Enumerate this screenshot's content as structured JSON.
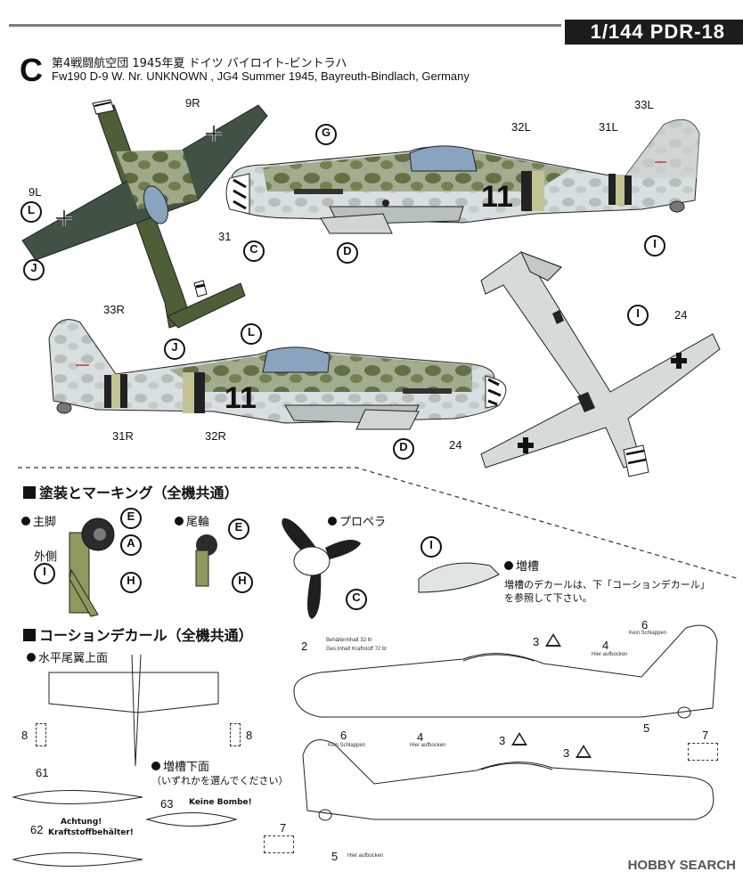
{
  "header": {
    "title": "1/144 PDR-18"
  },
  "variant": {
    "letter": "C",
    "jp_caption": "第4戦闘航空団 1945年夏 ドイツ バイロイト-ビントラハ",
    "en_caption": "Fw190 D-9 W. Nr. UNKNOWN , JG4  Summer 1945, Bayreuth-Bindlach, Germany"
  },
  "profile_labels": {
    "top_9r": "9R",
    "top_9l": "9L",
    "top_31": "31",
    "side_g": "G",
    "side_32l": "32L",
    "side_31l": "31L",
    "side_33l": "33L",
    "side_i": "I",
    "side_d": "D",
    "side_c": "C",
    "left_l": "L",
    "left_j": "J",
    "r_33r": "33R",
    "r_j": "J",
    "r_l": "L",
    "r_31r": "31R",
    "r_32r": "32R",
    "r_d": "D",
    "under_i": "I",
    "under_24a": "24",
    "under_24b": "24",
    "fuselage_number": "11"
  },
  "paint_section": {
    "title": "塗装とマーキング（全機共通）",
    "main_gear": "主脚",
    "outer": "外側",
    "tail_wheel": "尾輪",
    "propeller": "プロペラ",
    "drop_tank": "増槽",
    "drop_tank_note_1": "増槽のデカールは、下「コーションデカール」",
    "drop_tank_note_2": "を参照して下さい。",
    "gear_e": "E",
    "gear_a": "A",
    "gear_i": "I",
    "gear_h": "H",
    "tail_e": "E",
    "tail_h": "H",
    "prop_c": "C",
    "tank_i": "I"
  },
  "caution_section": {
    "title": "コーションデカール（全機共通）",
    "htail_upper": "水平尾翼上面",
    "tank_under": "増槽下面",
    "tank_under_note": "（いずれかを選んでください）",
    "n8a": "8",
    "n8b": "8",
    "n61": "61",
    "n62": "62",
    "n63": "63",
    "decal62_text_1": "Achtung!",
    "decal62_text_2": "Kraftstoffbehälter!",
    "decal63_text": "Keine Bombe!",
    "n2": "2",
    "n3a": "3",
    "n4a": "4",
    "n6a": "6",
    "n5a": "5",
    "n7a": "7",
    "n6b": "6",
    "n4b": "4",
    "n3b": "3",
    "n3c": "3",
    "n7b": "7",
    "n5b": "5",
    "fuel_note_1": "Behälterinhalt 32 ltr",
    "fuel_note_2": "Ges.Inhalt Kraftstoff 72 ltr",
    "step_note": "Kein Schlappen",
    "lift_note": "Hier aufbocken"
  },
  "watermark": "HOBBY SEARCH",
  "colors": {
    "rlm76": "#d8dfe0",
    "rlm82": "#5c6b3e",
    "rlm83": "#3d5640",
    "mottle": "#9fa98a",
    "canopy": "#8aa3bf",
    "spinner_band": "#1a1a1a",
    "tan": "#c3c293",
    "gear_green": "#8e9a5c"
  }
}
